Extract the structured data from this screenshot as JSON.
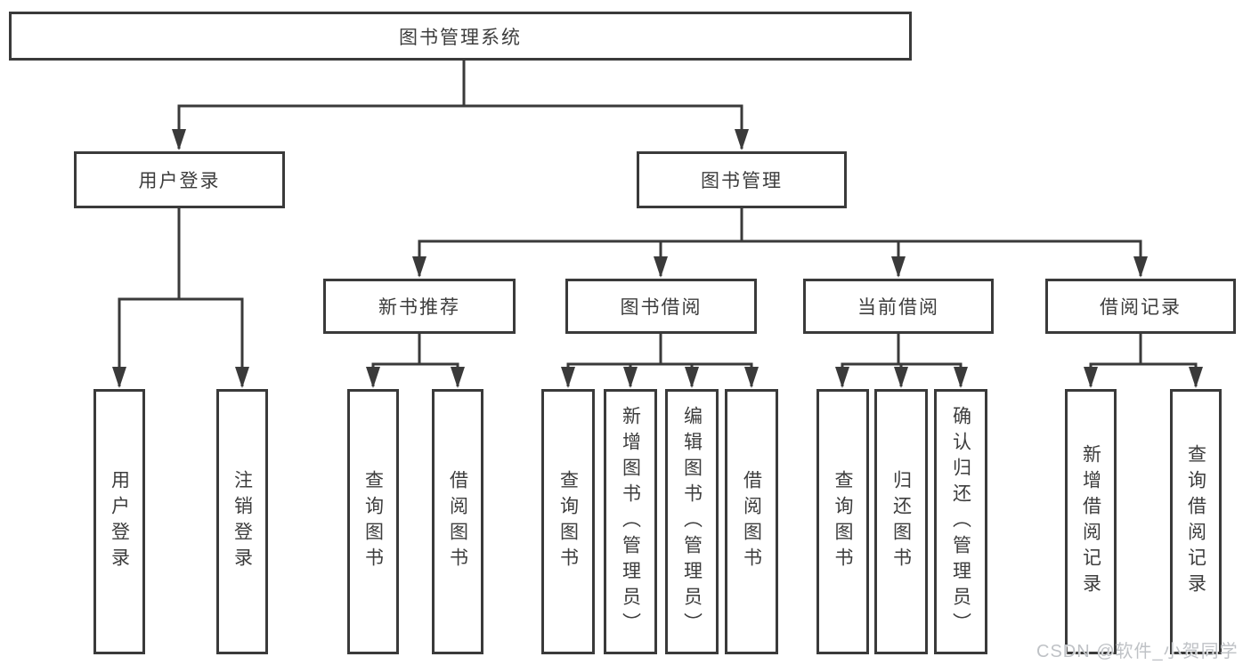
{
  "diagram": {
    "type": "hierarchy-tree",
    "root": {
      "label": "图书管理系统",
      "children": [
        {
          "label": "用户登录",
          "children": [
            {
              "label": "用户登录"
            },
            {
              "label": "注销登录"
            }
          ]
        },
        {
          "label": "图书管理",
          "children": [
            {
              "label": "新书推荐",
              "children": [
                {
                  "label": "查询图书"
                },
                {
                  "label": "借阅图书"
                }
              ]
            },
            {
              "label": "图书借阅",
              "children": [
                {
                  "label": "查询图书"
                },
                {
                  "label": "新增图书（管理员）"
                },
                {
                  "label": "编辑图书（管理员）"
                },
                {
                  "label": "借阅图书"
                }
              ]
            },
            {
              "label": "当前借阅",
              "children": [
                {
                  "label": "查询图书"
                },
                {
                  "label": "归还图书"
                },
                {
                  "label": "确认归还（管理员）"
                }
              ]
            },
            {
              "label": "借阅记录",
              "children": [
                {
                  "label": "新增借阅记录"
                },
                {
                  "label": "查询借阅记录"
                }
              ]
            }
          ]
        }
      ]
    }
  },
  "watermark": {
    "text": "CSDN @软件_小贺同学"
  },
  "colors": {
    "line": "#3a3a3a",
    "box_border": "#3a3a3a",
    "box_fill": "#ffffff",
    "text": "#3d3d3d",
    "background": "#ffffff",
    "watermark": "#bfc2c6"
  }
}
